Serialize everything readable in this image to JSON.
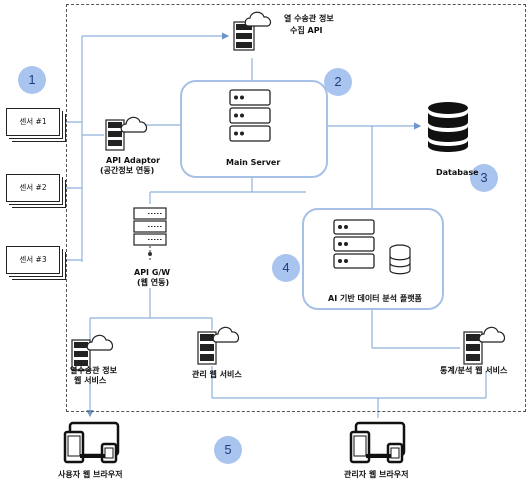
{
  "nodes": {
    "heat_api": {
      "label_line1": "열 수송관 정보",
      "label_line2": "수집 API"
    },
    "main_server": {
      "label": "Main Server"
    },
    "api_adaptor": {
      "label_line1": "API Adaptor",
      "label_line2": "(공간정보 연동)"
    },
    "database": {
      "label": "Database"
    },
    "api_gw": {
      "label_line1": "API G/W",
      "label_line2": "(웹 연동)"
    },
    "ai_platform": {
      "label": "AI 기반 데이터 분석 플랫폼"
    },
    "heat_web": {
      "label_line1": "열수송관 정보",
      "label_line2": "웹 서비스"
    },
    "mgmt_web": {
      "label": "관리 웹 서비스"
    },
    "stats_web": {
      "label": "통계/분석 웹 서비스"
    },
    "user_browser": {
      "label": "사용자 웹 브라우저"
    },
    "admin_browser": {
      "label": "관리자 웹 브라우저"
    }
  },
  "sensors": [
    "센서 #1",
    "센서 #2",
    "센서 #3"
  ],
  "badges": [
    "1",
    "2",
    "3",
    "4",
    "5"
  ],
  "colors": {
    "line": "#8fb0dc",
    "box_border": "#a7c1e6",
    "badge_fill": "#a9c4ee",
    "badge_text": "#1f3f7a"
  }
}
